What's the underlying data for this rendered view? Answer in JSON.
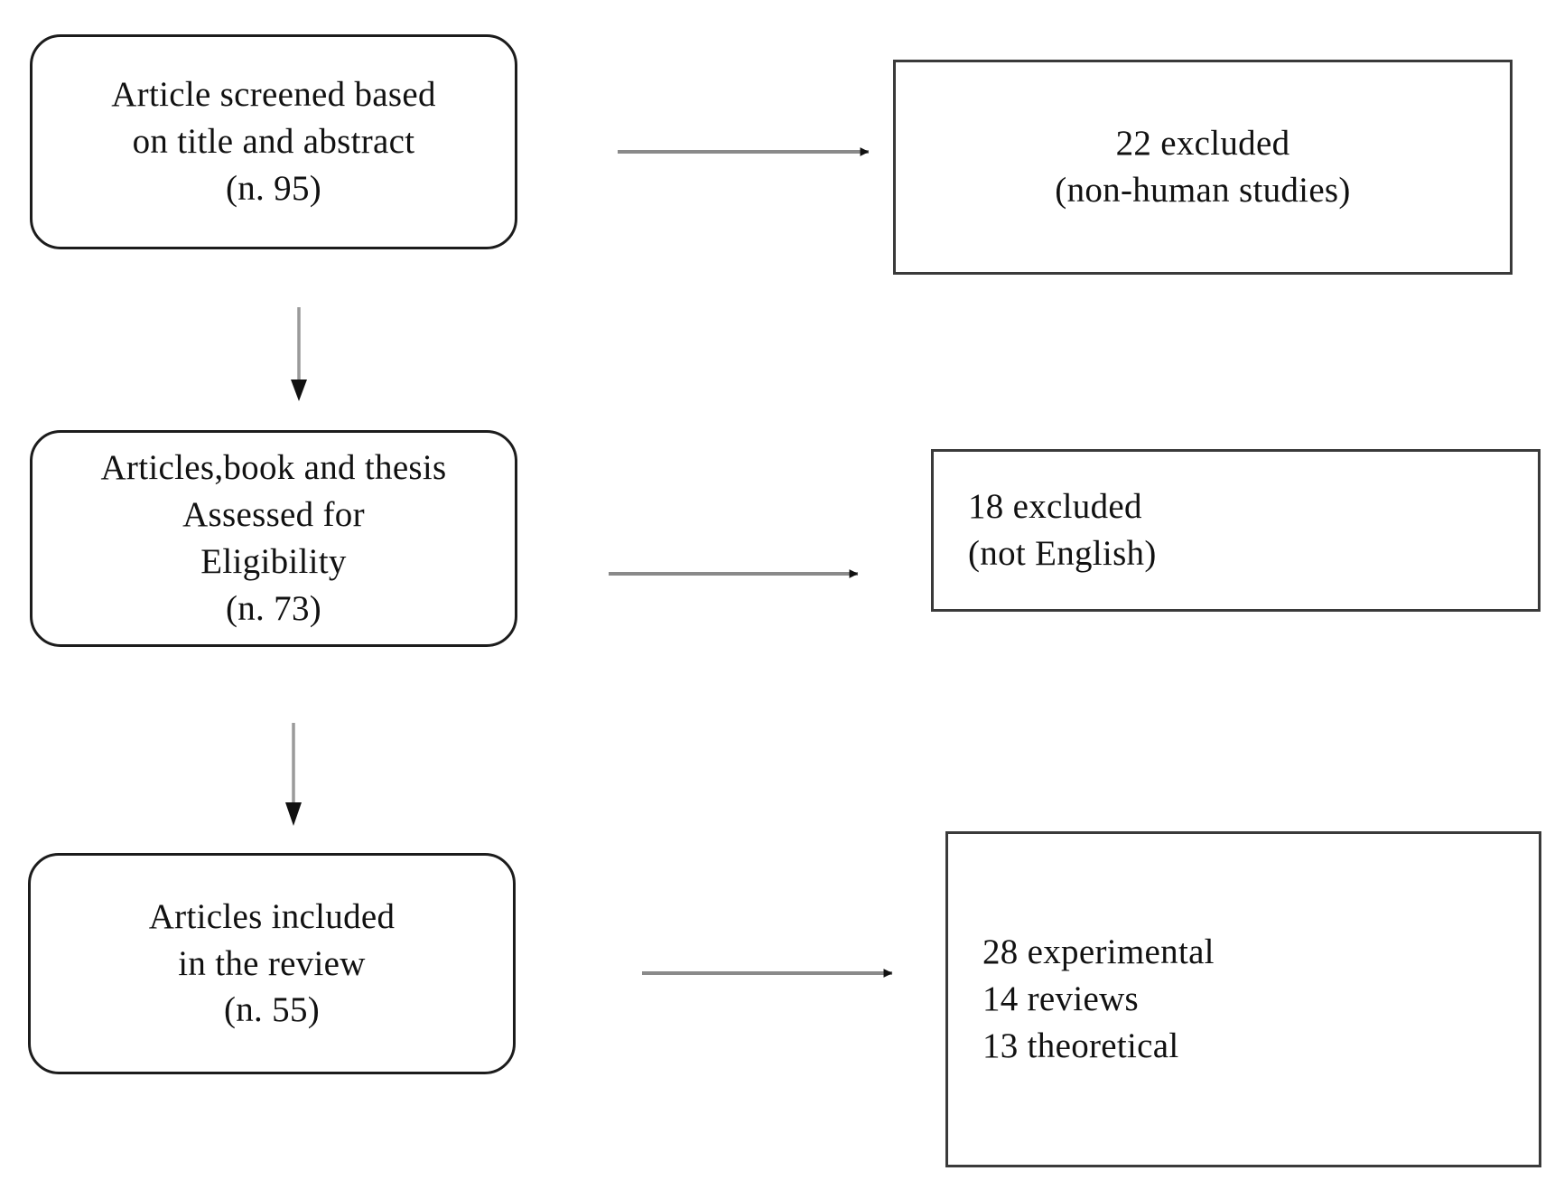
{
  "diagram": {
    "title": "PRISMA-style article selection flow",
    "type": "flowchart",
    "colors": {
      "background": "#ffffff",
      "box_border_rounded": "#1c1c1c",
      "box_border_rect": "#3a3a3a",
      "text": "#111111",
      "connector": "#7a7a7a",
      "arrowhead": "#111111"
    },
    "nodes": [
      {
        "id": "screened",
        "shape": "rounded-rectangle",
        "align": "center",
        "lines": [
          "Article screened based",
          "on title and abstract",
          "(n. 95)"
        ],
        "count_label": "(n. 95)",
        "count": 95
      },
      {
        "id": "excluded-22",
        "shape": "rectangle",
        "align": "center",
        "lines": [
          "22 excluded",
          "(non-human studies)"
        ],
        "count": 22,
        "reason": "non-human studies"
      },
      {
        "id": "eligibility",
        "shape": "rounded-rectangle",
        "align": "center",
        "lines": [
          "Articles,book and thesis",
          "Assessed for",
          "Eligibility",
          "(n. 73)"
        ],
        "count_label": "(n. 73)",
        "count": 73
      },
      {
        "id": "excluded-18",
        "shape": "rectangle",
        "align": "left",
        "lines": [
          "18 excluded",
          "(not English)"
        ],
        "count": 18,
        "reason": "not English"
      },
      {
        "id": "included",
        "shape": "rounded-rectangle",
        "align": "center",
        "lines": [
          "Articles included",
          "in the review",
          "(n. 55)"
        ],
        "count_label": "(n. 55)",
        "count": 55
      },
      {
        "id": "breakdown",
        "shape": "rectangle",
        "align": "left",
        "lines": [
          "28 experimental",
          "14 reviews",
          "13 theoretical"
        ],
        "breakdown": [
          {
            "count": 28,
            "category": "experimental"
          },
          {
            "count": 14,
            "category": "reviews"
          },
          {
            "count": 13,
            "category": "theoretical"
          }
        ]
      }
    ],
    "connectors": [
      {
        "id": "screened-to-excluded22",
        "from": "screened",
        "to": "excluded-22",
        "direction": "right"
      },
      {
        "id": "screened-to-eligibility",
        "from": "screened",
        "to": "eligibility",
        "direction": "down"
      },
      {
        "id": "eligibility-to-excluded18",
        "from": "eligibility",
        "to": "excluded-18",
        "direction": "right"
      },
      {
        "id": "eligibility-to-included",
        "from": "eligibility",
        "to": "included",
        "direction": "down"
      },
      {
        "id": "included-to-breakdown",
        "from": "included",
        "to": "breakdown",
        "direction": "right"
      }
    ]
  }
}
